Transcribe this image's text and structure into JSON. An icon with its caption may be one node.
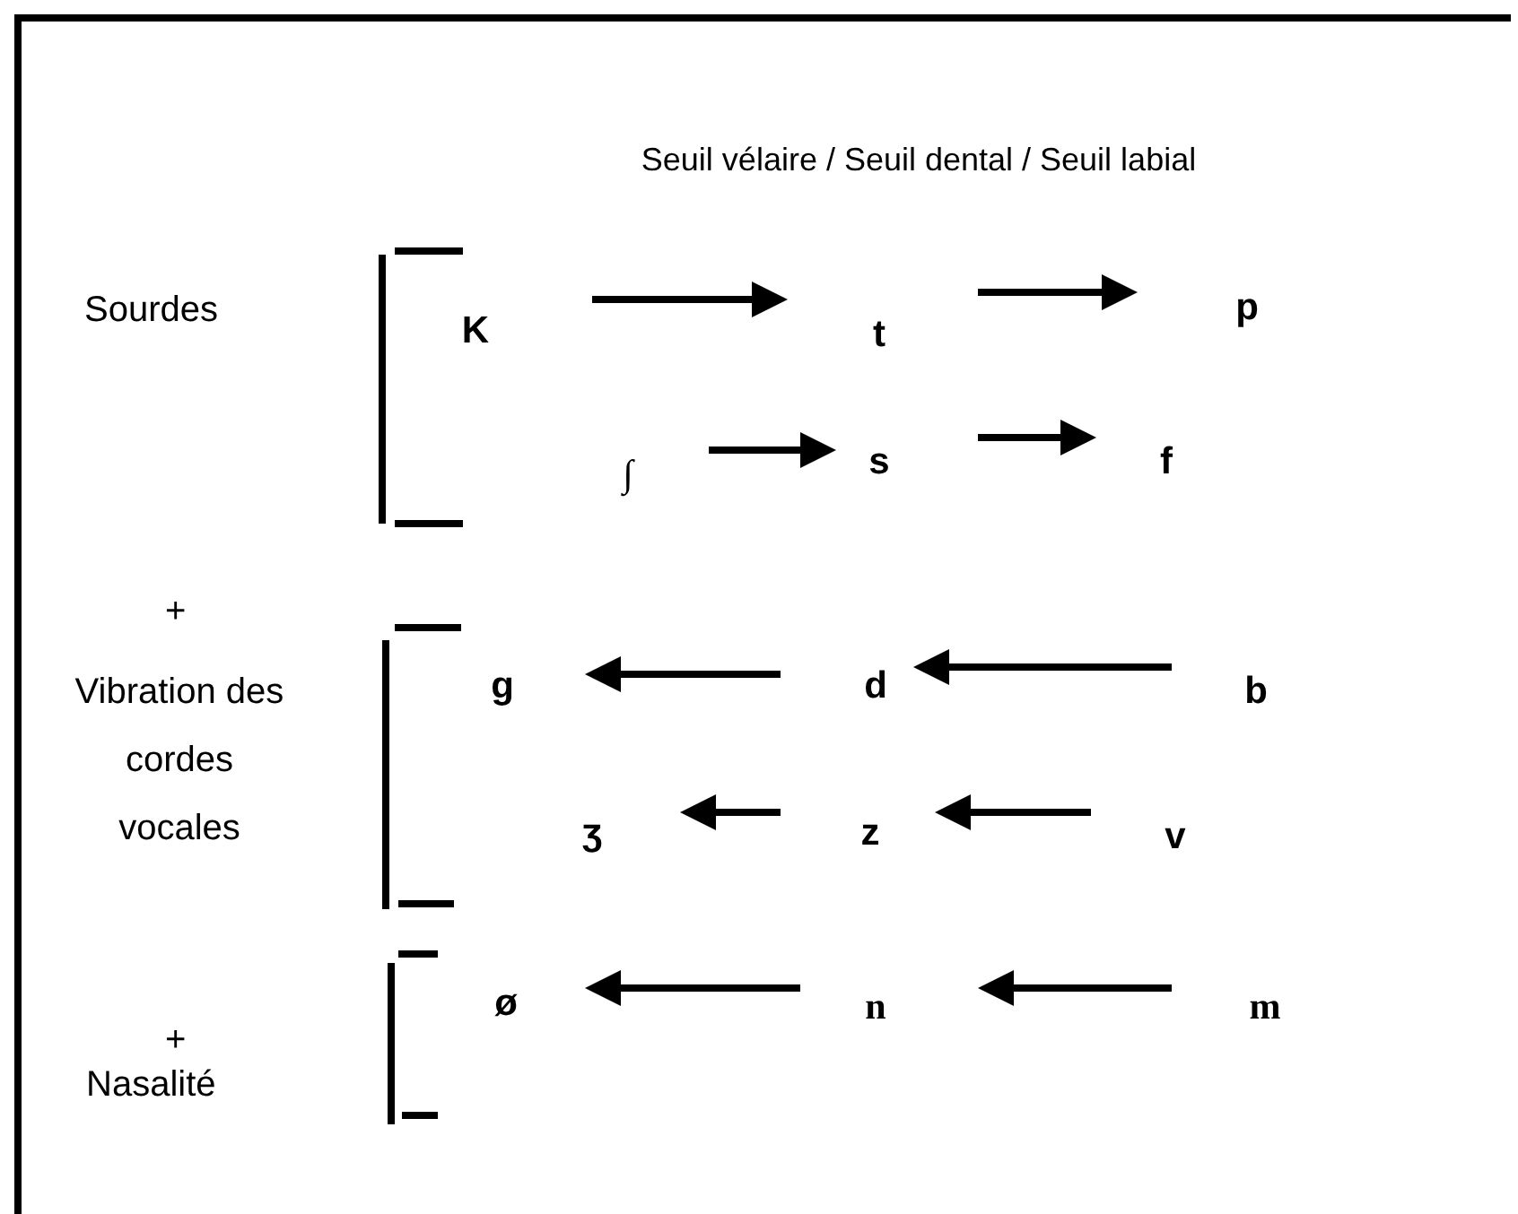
{
  "diagram": {
    "nodes": [
      {
        "text": [
          "K"
        ]
      },
      {
        "text": [
          "t"
        ]
      },
      {
        "text": [
          "p"
        ]
      },
      {
        "text": [
          "∫"
        ]
      },
      {
        "text": [
          "s"
        ]
      },
      {
        "text": [
          "f"
        ]
      },
      {
        "text": [
          "g"
        ]
      },
      {
        "text": [
          "d"
        ]
      },
      {
        "text": [
          "b"
        ]
      },
      {
        "text": [
          "ʒ"
        ]
      },
      {
        "text": [
          "z"
        ]
      },
      {
        "text": [
          "v"
        ]
      },
      {
        "text": [
          "ø"
        ]
      },
      {
        "text": [
          "n"
        ]
      },
      {
        "text": [
          "m"
        ]
      }
    ],
    "edges": [
      {
        "from": 0,
        "to": 1,
        "arrow": "to"
      },
      {
        "from": 1,
        "to": 2,
        "arrow": "to"
      },
      {
        "from": 3,
        "to": 4,
        "arrow": "to"
      },
      {
        "from": 4,
        "to": 5,
        "arrow": "to"
      },
      {
        "from": 7,
        "to": 6,
        "arrow": "to"
      },
      {
        "from": 8,
        "to": 7,
        "arrow": "to"
      },
      {
        "from": 10,
        "to": 9,
        "arrow": "to"
      },
      {
        "from": 11,
        "to": 10,
        "arrow": "to"
      },
      {
        "from": 13,
        "to": 12,
        "arrow": "to"
      },
      {
        "from": 14,
        "to": 13,
        "arrow": "to"
      }
    ],
    "labels": [
      "Seuil vélaire / Seuil dental / Seuil labial",
      "Sourdes",
      "+",
      "Vibration des cordes vocales",
      "+",
      "Nasalité"
    ]
  }
}
